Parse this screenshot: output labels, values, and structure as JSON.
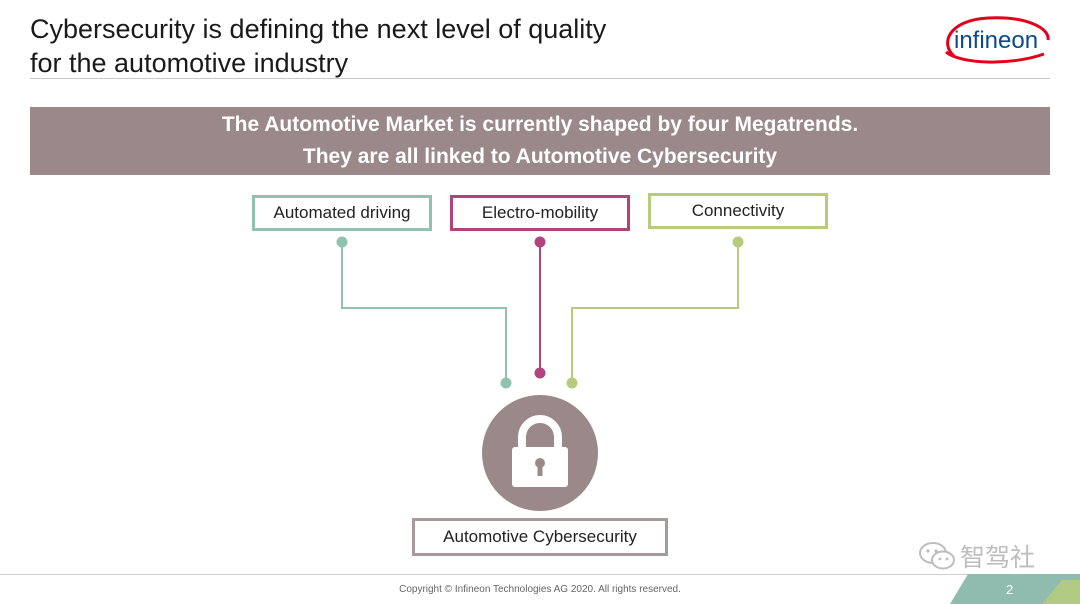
{
  "slide": {
    "title": "Cybersecurity is defining the next level of quality\nfor the automotive industry",
    "logo_text": "infineon",
    "banner": {
      "line1": "The Automotive Market is currently shaped by four Megatrends.",
      "line2": "They are all linked to Automotive Cybersecurity"
    },
    "megatrends": [
      {
        "label": "Automated driving",
        "color": "#8fc3b0"
      },
      {
        "label": "Electro-mobility",
        "color": "#b0457e"
      },
      {
        "label": "Connectivity",
        "color": "#b6cc7c"
      }
    ],
    "center_icon": "padlock-icon",
    "result_label": "Automotive Cybersecurity",
    "copyright": "Copyright © Infineon Technologies AG 2020. All rights reserved.",
    "page_number": "2",
    "watermark_text": "智驾社"
  },
  "colors": {
    "banner_bg": "#9b8989",
    "teal": "#8fc3b0",
    "magenta": "#b0457e",
    "green": "#b6cc7c",
    "logo_red": "#e2001a",
    "logo_blue": "#0a4a8c",
    "corner_teal": "#8fbcae"
  }
}
